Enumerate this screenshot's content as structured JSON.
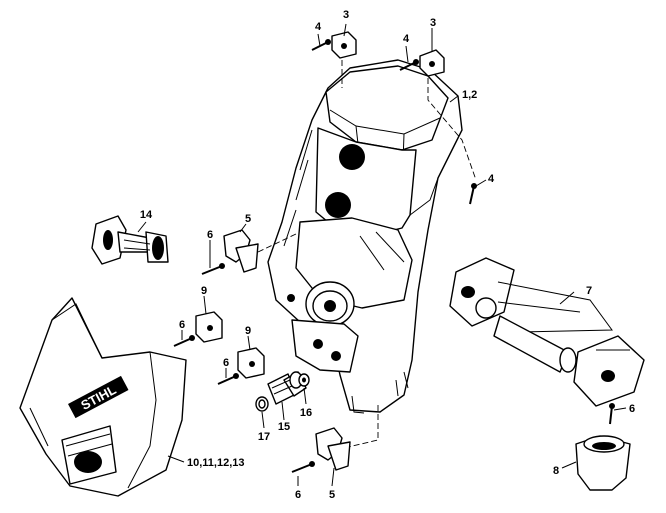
{
  "callouts": {
    "housing": "1,2",
    "clip": "3",
    "screw": "4",
    "bracket": "5",
    "screw_small": "6",
    "hose_holder": "7",
    "holder_cup": "8",
    "clamp": "9",
    "front_cover": "10,11,12,13",
    "pump_shaft": "14",
    "connector": "15",
    "seal_ring": "16",
    "o_ring": "17"
  },
  "logo": {
    "brand": "STIHL"
  }
}
